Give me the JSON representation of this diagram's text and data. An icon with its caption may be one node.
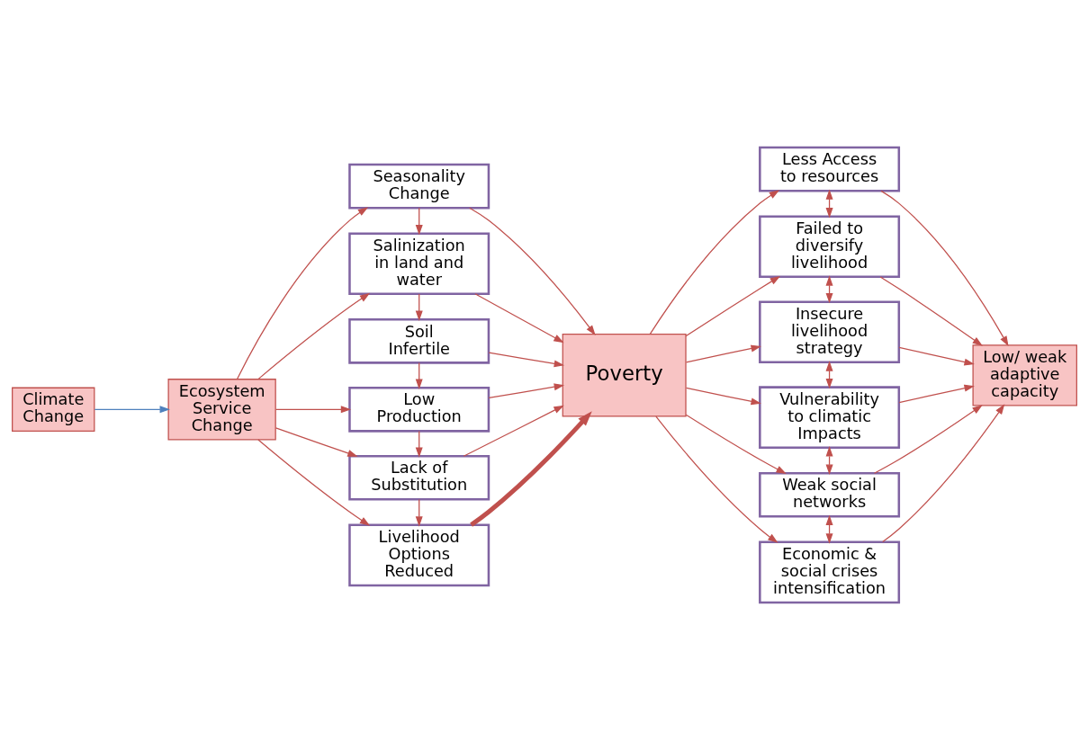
{
  "diagram": {
    "nodes": [
      {
        "text": [
          "Climate Change"
        ]
      },
      {
        "text": [
          "Ecosystem Service Change"
        ]
      },
      {
        "text": [
          "Seasonality Change"
        ]
      },
      {
        "text": [
          "Salinization in land and water"
        ]
      },
      {
        "text": [
          "Soil Infertile"
        ]
      },
      {
        "text": [
          "Low Production"
        ]
      },
      {
        "text": [
          "Lack of Substitution"
        ]
      },
      {
        "text": [
          "Livelihood Options Reduced"
        ]
      },
      {
        "text": [
          "Poverty"
        ]
      },
      {
        "text": [
          "Less Access to resources"
        ]
      },
      {
        "text": [
          "Failed to diversify livelihood"
        ]
      },
      {
        "text": [
          "Insecure livelihood strategy"
        ]
      },
      {
        "text": [
          "Vulnerability to climatic Impacts"
        ]
      },
      {
        "text": [
          "Weak social networks"
        ]
      },
      {
        "text": [
          "Economic & social crises intensification"
        ]
      },
      {
        "text": [
          "Low/ weak adaptive capacity"
        ]
      }
    ],
    "edges": [
      {
        "from": 0,
        "to": 1,
        "arrow": "to",
        "color": "#4f81bd"
      },
      {
        "from": 1,
        "to": 2,
        "arrow": "to"
      },
      {
        "from": 1,
        "to": 3,
        "arrow": "to"
      },
      {
        "from": 1,
        "to": 5,
        "arrow": "to"
      },
      {
        "from": 1,
        "to": 6,
        "arrow": "to"
      },
      {
        "from": 1,
        "to": 7,
        "arrow": "to"
      },
      {
        "from": 2,
        "to": 3,
        "arrow": "to"
      },
      {
        "from": 3,
        "to": 4,
        "arrow": "to"
      },
      {
        "from": 4,
        "to": 5,
        "arrow": "to"
      },
      {
        "from": 5,
        "to": 6,
        "arrow": "to"
      },
      {
        "from": 6,
        "to": 7,
        "arrow": "to"
      },
      {
        "from": 2,
        "to": 8,
        "arrow": "to"
      },
      {
        "from": 3,
        "to": 8,
        "arrow": "to"
      },
      {
        "from": 4,
        "to": 8,
        "arrow": "to"
      },
      {
        "from": 5,
        "to": 8,
        "arrow": "to"
      },
      {
        "from": 6,
        "to": 8,
        "arrow": "to"
      },
      {
        "from": 7,
        "to": 8,
        "arrow": "to",
        "style": "thick"
      },
      {
        "from": 8,
        "to": 9,
        "arrow": "to"
      },
      {
        "from": 8,
        "to": 10,
        "arrow": "to"
      },
      {
        "from": 8,
        "to": 11,
        "arrow": "to"
      },
      {
        "from": 8,
        "to": 12,
        "arrow": "to"
      },
      {
        "from": 8,
        "to": 13,
        "arrow": "to"
      },
      {
        "from": 8,
        "to": 14,
        "arrow": "to"
      },
      {
        "from": 9,
        "to": 10,
        "arrow": "both"
      },
      {
        "from": 10,
        "to": 11,
        "arrow": "both"
      },
      {
        "from": 11,
        "to": 12,
        "arrow": "both"
      },
      {
        "from": 12,
        "to": 13,
        "arrow": "both"
      },
      {
        "from": 13,
        "to": 14,
        "arrow": "both"
      },
      {
        "from": 9,
        "to": 15,
        "arrow": "to"
      },
      {
        "from": 10,
        "to": 15,
        "arrow": "to"
      },
      {
        "from": 11,
        "to": 15,
        "arrow": "to"
      },
      {
        "from": 12,
        "to": 15,
        "arrow": "to"
      },
      {
        "from": 13,
        "to": 15,
        "arrow": "to"
      },
      {
        "from": 14,
        "to": 15,
        "arrow": "to"
      }
    ]
  }
}
